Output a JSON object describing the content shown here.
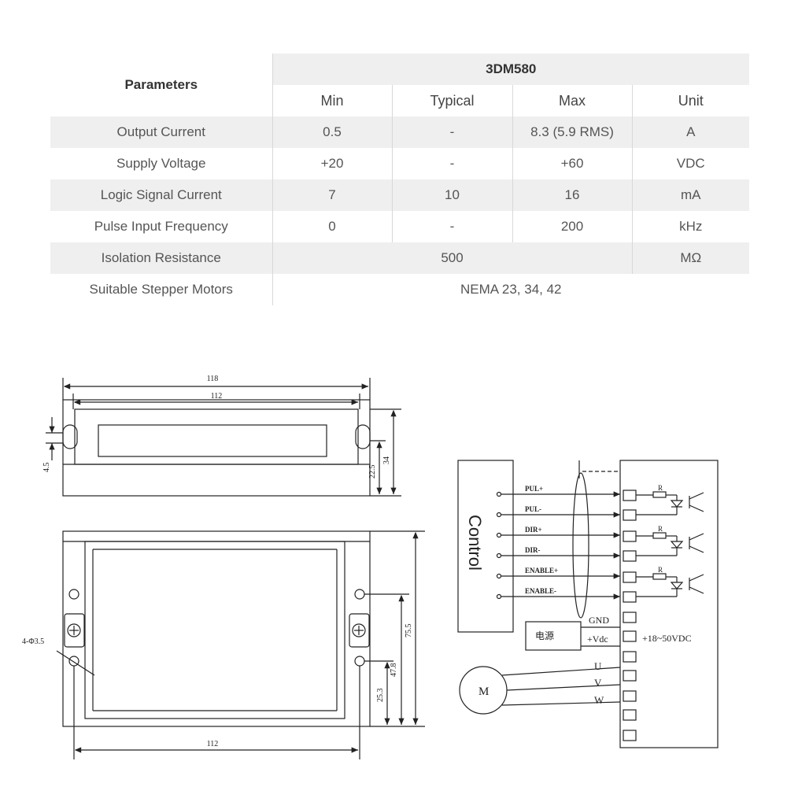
{
  "table": {
    "param_header": "Parameters",
    "model": "3DM580",
    "columns": [
      "Min",
      "Typical",
      "Max",
      "Unit"
    ],
    "rows": [
      {
        "label": "Output Current",
        "min": "0.5",
        "typical": "-",
        "max": "8.3 (5.9 RMS)",
        "unit": "A"
      },
      {
        "label": "Supply Voltage",
        "min": "+20",
        "typical": "-",
        "max": "+60",
        "unit": "VDC"
      },
      {
        "label": "Logic Signal Current",
        "min": "7",
        "typical": "10",
        "max": "16",
        "unit": "mA"
      },
      {
        "label": "Pulse Input Frequency",
        "min": "0",
        "typical": "-",
        "max": "200",
        "unit": "kHz"
      },
      {
        "label": "Isolation Resistance",
        "value": "500",
        "unit": "MΩ"
      },
      {
        "label": "Suitable Stepper Motors",
        "value": "NEMA 23, 34, 42"
      }
    ]
  },
  "mechanical": {
    "dim_overall_width": "118",
    "dim_hole_spacing_top": "112",
    "dim_hole_dia_offset": "4.5",
    "dim_height_inner": "22.5",
    "dim_height_total": "34",
    "dim_hole_spec": "4-Φ3.5",
    "dim_length": "75.5",
    "dim_hole_center": "47.8",
    "dim_hole_lower": "25.3",
    "dim_hole_spacing_bottom": "112"
  },
  "wiring": {
    "controller_label": "Control",
    "signals": [
      "PUL+",
      "PUL-",
      "DIR+",
      "DIR-",
      "ENABLE+",
      "ENABLE-"
    ],
    "resistor_label": "R",
    "gnd_label": "GND",
    "vdc_label": "+Vdc",
    "power_label": "电源",
    "voltage_range": "+18~50VDC",
    "phases": [
      "U",
      "V",
      "W"
    ],
    "motor_label": "M"
  }
}
